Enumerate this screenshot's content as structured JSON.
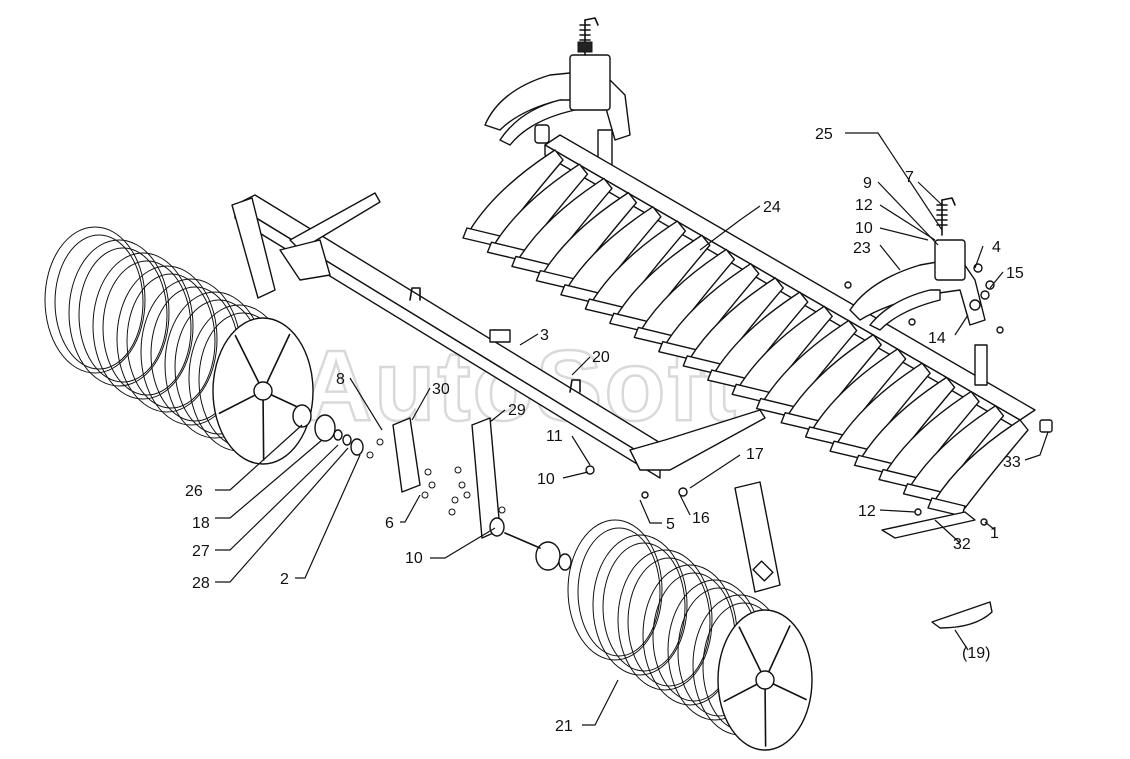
{
  "watermark": "AutoSoft",
  "callouts": [
    {
      "id": "c25",
      "text": "25"
    },
    {
      "id": "c9",
      "text": "9"
    },
    {
      "id": "c7",
      "text": "7"
    },
    {
      "id": "c12a",
      "text": "12"
    },
    {
      "id": "c10a",
      "text": "10"
    },
    {
      "id": "c24",
      "text": "24"
    },
    {
      "id": "c23",
      "text": "23"
    },
    {
      "id": "c4",
      "text": "4"
    },
    {
      "id": "c15",
      "text": "15"
    },
    {
      "id": "c14",
      "text": "14"
    },
    {
      "id": "c3",
      "text": "3"
    },
    {
      "id": "c20",
      "text": "20"
    },
    {
      "id": "c8",
      "text": "8"
    },
    {
      "id": "c30",
      "text": "30"
    },
    {
      "id": "c29",
      "text": "29"
    },
    {
      "id": "c11",
      "text": "11"
    },
    {
      "id": "c10b",
      "text": "10"
    },
    {
      "id": "c17",
      "text": "17"
    },
    {
      "id": "c33",
      "text": "33"
    },
    {
      "id": "c26",
      "text": "26"
    },
    {
      "id": "c18",
      "text": "18"
    },
    {
      "id": "c27",
      "text": "27"
    },
    {
      "id": "c28",
      "text": "28"
    },
    {
      "id": "c2",
      "text": "2"
    },
    {
      "id": "c6",
      "text": "6"
    },
    {
      "id": "c10c",
      "text": "10"
    },
    {
      "id": "c5",
      "text": "5"
    },
    {
      "id": "c16",
      "text": "16"
    },
    {
      "id": "c12b",
      "text": "12"
    },
    {
      "id": "c1",
      "text": "1"
    },
    {
      "id": "c32",
      "text": "32"
    },
    {
      "id": "c19",
      "text": "(19)"
    },
    {
      "id": "c21",
      "text": "21"
    }
  ]
}
